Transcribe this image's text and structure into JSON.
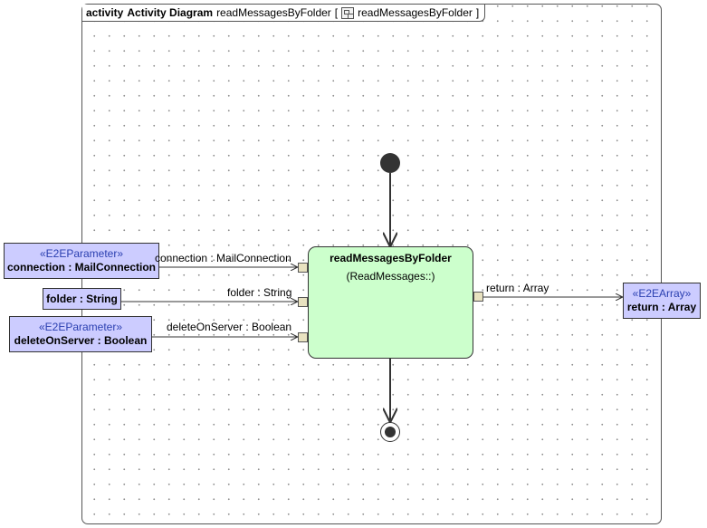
{
  "frame": {
    "kind": "activity",
    "title": "Activity Diagram",
    "name": "readMessagesByFolder",
    "bracket_open": "[",
    "ref_name": "readMessagesByFolder",
    "bracket_close": "]"
  },
  "action": {
    "name": "readMessagesByFolder",
    "behavior": "(ReadMessages::)"
  },
  "parameters": [
    {
      "stereotype": "«E2EParameter»",
      "name": "connection : MailConnection"
    },
    {
      "stereotype": "",
      "name": "folder : String"
    },
    {
      "stereotype": "«E2EParameter»",
      "name": "deleteOnServer : Boolean"
    }
  ],
  "output_parameter": {
    "stereotype": "«E2EArray»",
    "name": "return : Array"
  },
  "pins": {
    "in_connection": "connection : MailConnection",
    "in_folder": "folder : String",
    "in_delete": "deleteOnServer : Boolean",
    "out_return": "return : Array"
  },
  "colors": {
    "parameter_fill": "#ccccff",
    "action_fill": "#ccffcc",
    "pin_fill": "#e8e2c0",
    "stereotype_text": "#2a3fb0"
  }
}
